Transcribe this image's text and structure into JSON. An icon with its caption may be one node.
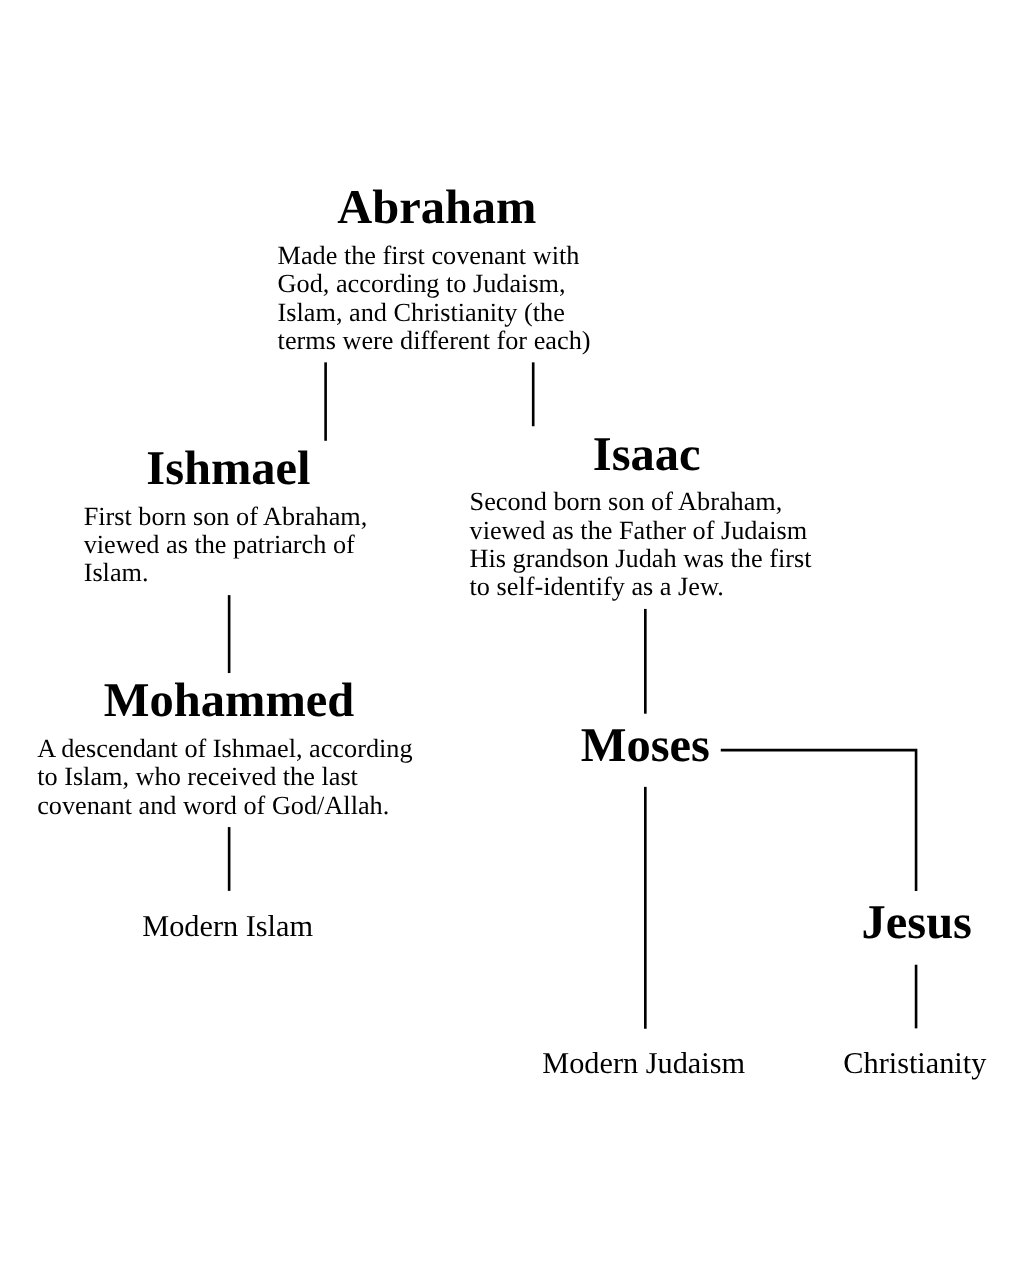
{
  "diagram": {
    "nodes": [
      {
        "text": [
          "Abraham",
          "Made the first covenant with God, according to Judaism, Islam, and Christianity (the terms were different for each)"
        ]
      },
      {
        "text": [
          "Ishmael",
          "First born son of Abraham, viewed as the patriarch of Islam."
        ]
      },
      {
        "text": [
          "Isaac",
          "Second born son of Abraham, viewed as the Father of Judaism His grandson Judah was the first to self-identify as a Jew."
        ]
      },
      {
        "text": [
          "Mohammed",
          "A descendant of Ishmael, according to Islam, who received the last covenant and word of God/Allah."
        ]
      },
      {
        "text": [
          "Moses"
        ]
      },
      {
        "text": [
          "Jesus"
        ]
      },
      {
        "text": [
          "Modern Islam"
        ]
      },
      {
        "text": [
          "Christianity"
        ]
      },
      {
        "text": [
          "Modern Judaism"
        ]
      }
    ],
    "edges": [
      {
        "from": 0,
        "to": 1,
        "arrow": "none"
      },
      {
        "from": 0,
        "to": 2,
        "arrow": "none"
      },
      {
        "from": 1,
        "to": 3,
        "arrow": "none"
      },
      {
        "from": 2,
        "to": 4,
        "arrow": "none"
      },
      {
        "from": 3,
        "to": 6,
        "arrow": "none"
      },
      {
        "from": 4,
        "to": 5,
        "arrow": "none"
      },
      {
        "from": 5,
        "to": 7,
        "arrow": "none"
      },
      {
        "from": 4,
        "to": 8,
        "arrow": "none"
      }
    ]
  }
}
